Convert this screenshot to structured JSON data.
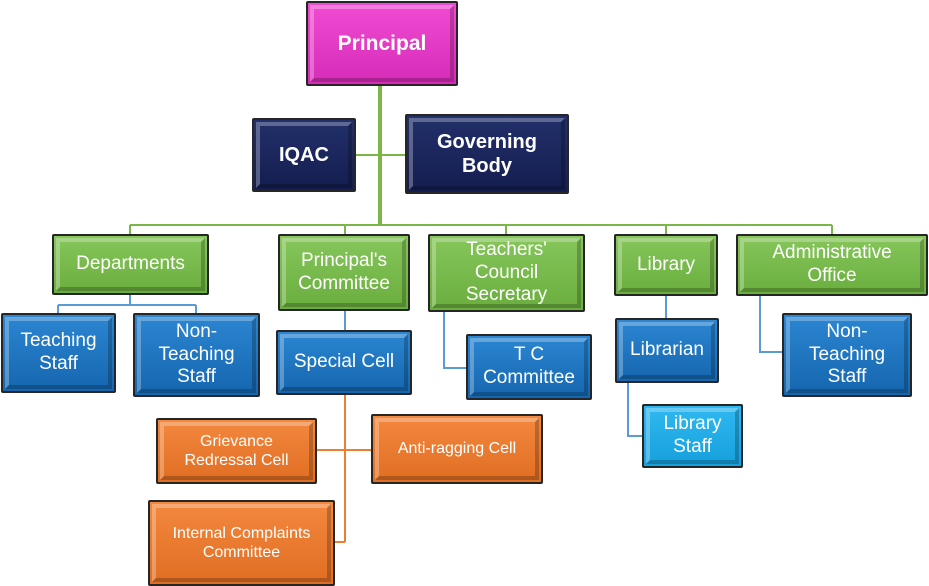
{
  "nodes": {
    "principal": "Principal",
    "iqac": "IQAC",
    "governing_body": "Governing\nBody",
    "departments": "Departments",
    "principals_committee": "Principal's\nCommittee",
    "teachers_council": "Teachers'\nCouncil\nSecretary",
    "library": "Library",
    "administrative_office": "Administrative\nOffice",
    "teaching_staff": "Teaching\nStaff",
    "non_teaching_staff_dept": "Non-\nTeaching\nStaff",
    "special_cell": "Special Cell",
    "tc_committee": "T C\nCommittee",
    "librarian": "Librarian",
    "library_staff": "Library\nStaff",
    "non_teaching_staff_admin": "Non-\nTeaching\nStaff",
    "grievance_cell": "Grievance\nRedressal Cell",
    "anti_ragging_cell": "Anti-ragging Cell",
    "internal_complaints": "Internal Complaints\nCommittee"
  },
  "colors": {
    "top": "#e03cc4",
    "governance": "#1b2660",
    "division": "#78b84c",
    "unit": "#1d74c0",
    "staff_light": "#1ea8e4",
    "cell": "#e97a2e",
    "line_green": "#7ab648",
    "line_blue": "#5b9bd5",
    "line_orange": "#ed7d31"
  }
}
